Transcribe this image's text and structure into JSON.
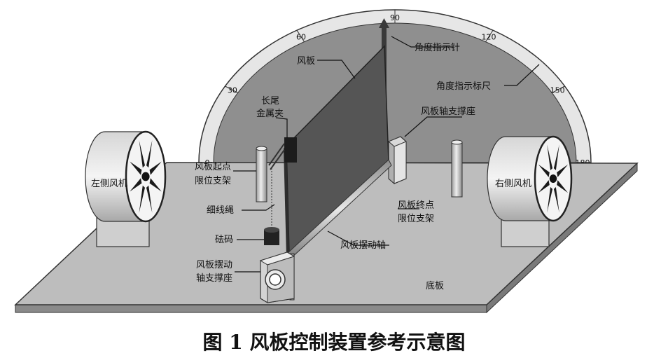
{
  "caption": "图 1  风板控制装置参考示意图",
  "scale": {
    "ticks": [
      {
        "value": 0,
        "label": "0"
      },
      {
        "value": 30,
        "label": "30"
      },
      {
        "value": 60,
        "label": "60"
      },
      {
        "value": 90,
        "label": "90"
      },
      {
        "value": 120,
        "label": "120"
      },
      {
        "value": 150,
        "label": "150"
      },
      {
        "value": 180,
        "label": "180"
      }
    ]
  },
  "labels": {
    "wind_board": "风板",
    "angle_pointer": "角度指示针",
    "angle_scale": "角度指示标尺",
    "clip_line1": "长尾",
    "clip_line2": "金属夹",
    "shaft_seat": "风板轴支撑座",
    "start_stop_line1": "风板起点",
    "start_stop_line2": "限位支架",
    "left_fan": "左侧风机",
    "right_fan": "右侧风机",
    "thin_rope": "细线绳",
    "weight": "砝码",
    "end_stop_line1": "风板终点",
    "end_stop_line2": "限位支架",
    "swing_shaft": "风板摆动轴",
    "swing_seat_line1": "风板摆动",
    "swing_seat_line2": "轴支撑座",
    "base": "底板"
  },
  "colors": {
    "board": "#555555",
    "base": "#bdbdbd",
    "dial": "#8f8f8f",
    "dial_ring": "#e6e6e6"
  }
}
